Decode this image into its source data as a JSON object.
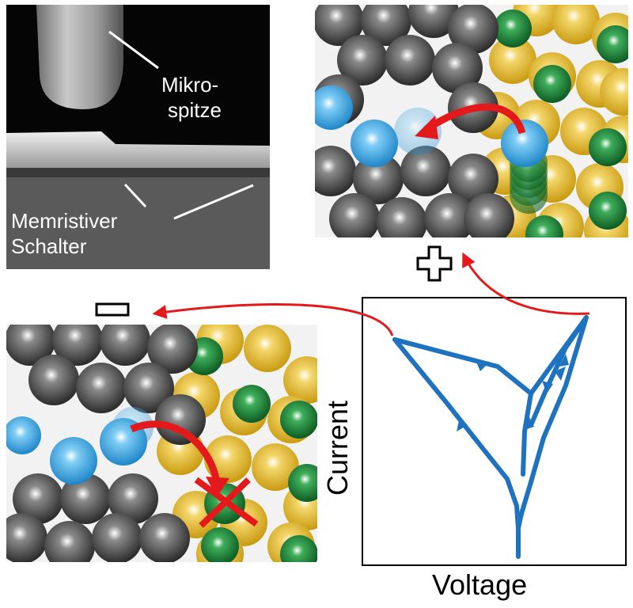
{
  "sem_image": {
    "tip_label_line1": "Mikro-",
    "tip_label_line2": "spitze",
    "switch_label_line1": "Memristiver",
    "switch_label_line2": "Schalter"
  },
  "iv_plot": {
    "xlabel": "Voltage",
    "ylabel": "Current"
  },
  "symbols": {
    "plus": "+",
    "minus": "−"
  },
  "colors": {
    "arrow_red": "#e3191b",
    "curve_blue": "#1f72c0",
    "atom_gray": "#4a4a4a",
    "atom_gold": "#e8c02e",
    "atom_green": "#1d8a3c",
    "atom_blue": "#41a9e5"
  },
  "icons": [
    "plus-icon",
    "minus-icon",
    "cross-mark-icon",
    "curved-arrow-icon"
  ]
}
